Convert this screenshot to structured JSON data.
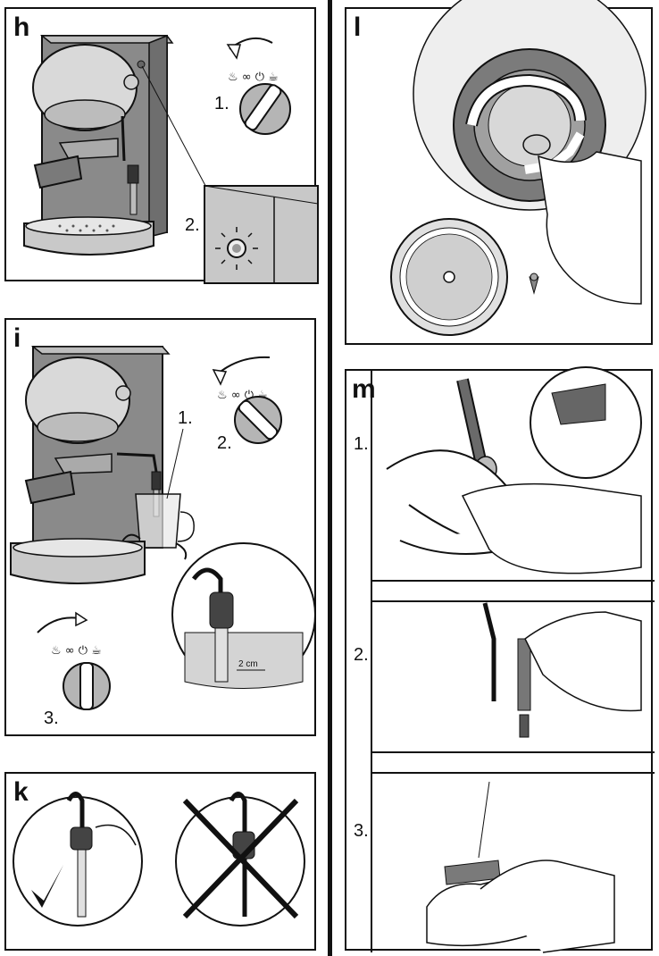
{
  "panels": {
    "h": {
      "label": "h",
      "steps": [
        "1.",
        "2."
      ]
    },
    "i": {
      "label": "i",
      "steps": [
        "1.",
        "2.",
        "3."
      ],
      "measure": "2 cm"
    },
    "k": {
      "label": "k"
    },
    "l": {
      "label": "l"
    },
    "m": {
      "label": "m",
      "steps": [
        "1.",
        "2.",
        "3."
      ]
    }
  }
}
